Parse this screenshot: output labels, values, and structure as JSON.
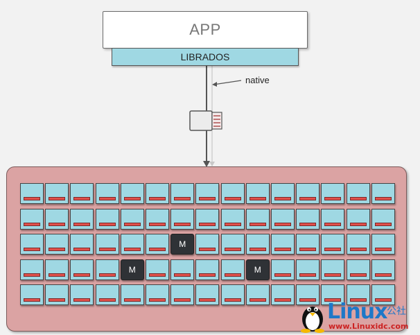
{
  "app": {
    "label": "APP"
  },
  "librados": {
    "label": "LIBRADOS"
  },
  "connection": {
    "label": "native"
  },
  "cluster": {
    "rows": 5,
    "cols": 15,
    "monitor_label": "M",
    "monitors": [
      {
        "row": 2,
        "col": 6
      },
      {
        "row": 3,
        "col": 4
      },
      {
        "row": 3,
        "col": 9
      }
    ]
  },
  "watermark": {
    "brand": "Linux",
    "sub": "公社",
    "url": "www.Linuxidc.com"
  }
}
